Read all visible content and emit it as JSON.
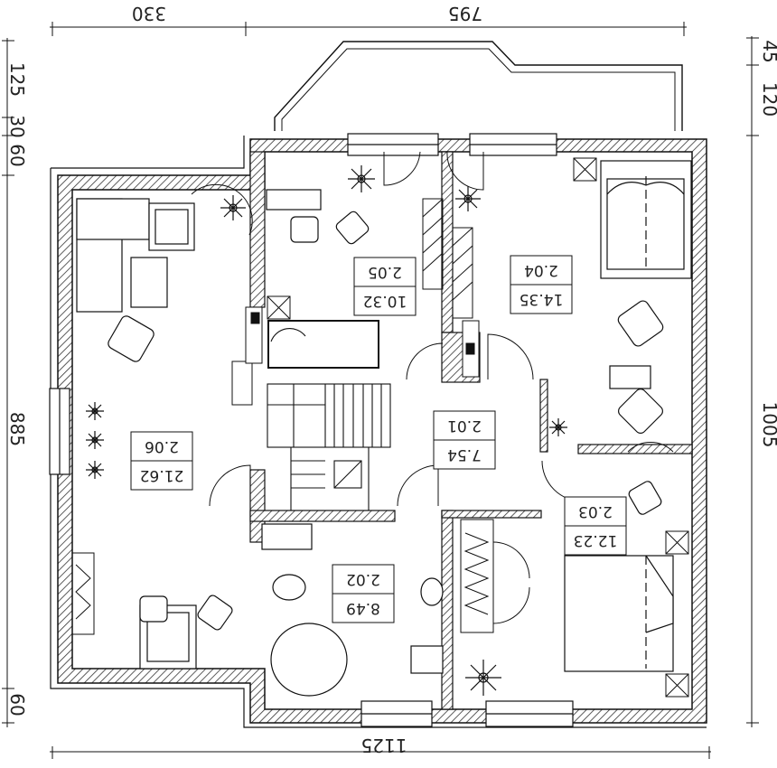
{
  "dimensions": {
    "top_left": "330",
    "top_right": "795",
    "bottom_total": "1125",
    "right_top": "45",
    "right_mid": "120",
    "right_main": "1005",
    "left_a": "125",
    "left_b": "30",
    "left_c": "60",
    "left_main": "885",
    "left_bottom": "60"
  },
  "rooms": [
    {
      "id": "2.05",
      "area": "10.32"
    },
    {
      "id": "2.04",
      "area": "14.35"
    },
    {
      "id": "2.01",
      "area": "7.54"
    },
    {
      "id": "2.06",
      "area": "21.62"
    },
    {
      "id": "2.03",
      "area": "12.23"
    },
    {
      "id": "2.02",
      "area": "8.49"
    }
  ],
  "colors": {
    "line": "#111111",
    "hatch": "#333333",
    "background": "#ffffff"
  }
}
